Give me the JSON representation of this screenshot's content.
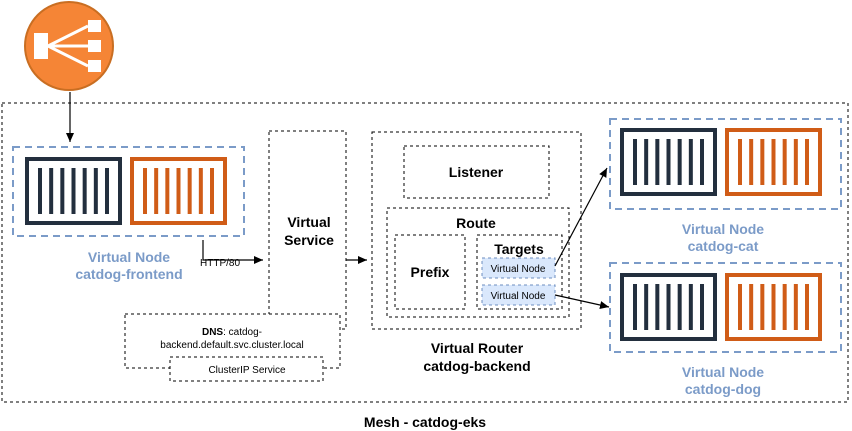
{
  "colors": {
    "container_dark": "#232f3e",
    "container_orange": "#d05c17",
    "node_border": "#7b9bc8",
    "node_label": "#7b9bc8",
    "target_fill": "#dae8fc",
    "lb_icon": "#f58536"
  },
  "icons": {
    "load_balancer": "load-balancer-icon",
    "container": "container-icon"
  },
  "mesh": {
    "label": "Mesh - catdog-eks"
  },
  "frontend": {
    "title": "Virtual Node",
    "name": "catdog-frontend"
  },
  "edge_label": "HTTP/80",
  "virtual_service": {
    "line1": "Virtual",
    "line2": "Service"
  },
  "dns": {
    "key": "DNS",
    "value1": ": catdog-",
    "value2": "backend.default.svc.cluster.local"
  },
  "clusterip": {
    "label": "ClusterIP Service"
  },
  "router": {
    "title": "Virtual Router",
    "name": "catdog-backend",
    "listener": "Listener",
    "route": "Route",
    "prefix": "Prefix",
    "targets": "Targets",
    "target_items": [
      "Virtual Node",
      "Virtual Node"
    ]
  },
  "cat_node": {
    "title": "Virtual Node",
    "name": "catdog-cat"
  },
  "dog_node": {
    "title": "Virtual Node",
    "name": "catdog-dog"
  }
}
